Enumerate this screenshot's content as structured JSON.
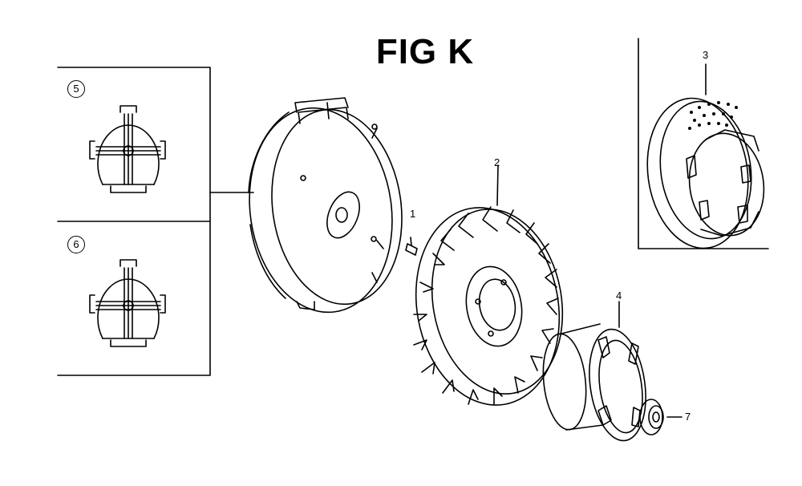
{
  "figure": {
    "title": "FIG K"
  },
  "callouts": {
    "p1": "1",
    "p2": "2",
    "p3": "3",
    "p4": "4",
    "p5": "5",
    "p6": "6",
    "p7": "7"
  },
  "colors": {
    "ink": "#000000",
    "background": "#ffffff"
  }
}
